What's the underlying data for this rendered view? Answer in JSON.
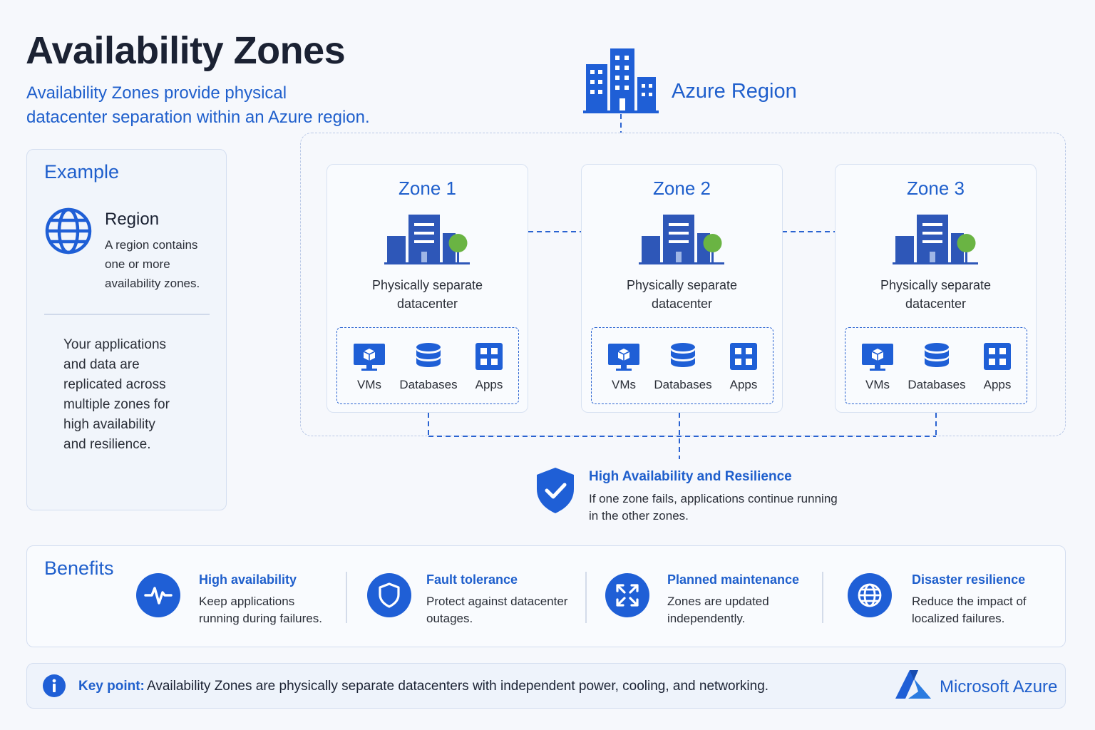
{
  "header": {
    "title": "Availability Zones",
    "subtitle_line1": "Availability Zones provide physical",
    "subtitle_line2": "datacenter separation within an Azure region."
  },
  "region": {
    "label": "Azure Region",
    "icon": "buildings-icon"
  },
  "zones": [
    {
      "title": "Zone 1",
      "desc_line1": "Physically separate",
      "desc_line2": "datacenter",
      "workloads": [
        "VMs",
        "Databases",
        "Apps"
      ]
    },
    {
      "title": "Zone 2",
      "desc_line1": "Physically separate",
      "desc_line2": "datacenter",
      "workloads": [
        "VMs",
        "Databases",
        "Apps"
      ]
    },
    {
      "title": "Zone 3",
      "desc_line1": "Physically separate",
      "desc_line2": "datacenter",
      "workloads": [
        "VMs",
        "Databases",
        "Apps"
      ]
    }
  ],
  "example": {
    "title": "Example",
    "region_heading": "Region",
    "region_lines": [
      "A region contains",
      "one or more",
      "availability zones."
    ],
    "note_lines": [
      "Your applications",
      "and data are",
      "replicated across",
      "multiple zones for",
      "high availability",
      "and resilience."
    ]
  },
  "ha": {
    "title": "High Availability and Resilience",
    "lines": [
      "If one zone fails, applications continue running",
      "in the other zones."
    ]
  },
  "benefits": {
    "title": "Benefits",
    "items": [
      {
        "title": "High availability",
        "lines": [
          "Keep applications",
          "running during failures."
        ],
        "icon": "heartbeat-icon"
      },
      {
        "title": "Fault tolerance",
        "lines": [
          "Protect against datacenter",
          "outages."
        ],
        "icon": "shield-icon"
      },
      {
        "title": "Planned maintenance",
        "lines": [
          "Zones are updated",
          "independently."
        ],
        "icon": "expand-arrows-icon"
      },
      {
        "title": "Disaster resilience",
        "lines": [
          "Reduce the impact of",
          "localized failures."
        ],
        "icon": "globe-icon"
      }
    ]
  },
  "key_point": {
    "label": "Key point:",
    "text": "Availability Zones are physically separate datacenters with independent power, cooling, and networking."
  },
  "brand": {
    "name": "Microsoft Azure"
  },
  "colors": {
    "accent": "#1f5fcc",
    "icon_fill": "#1f5fd6",
    "tree": "#6ab443"
  }
}
